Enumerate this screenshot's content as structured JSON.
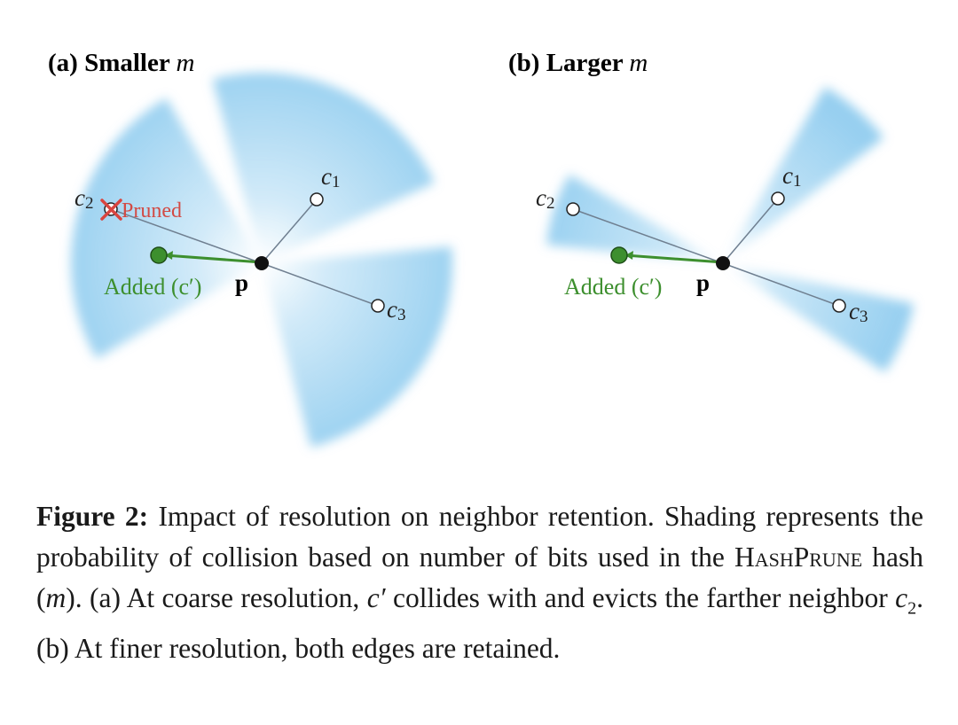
{
  "panels": [
    {
      "title_prefix": "(a) Smaller ",
      "title_var": "m",
      "p_label": "p",
      "c1": "c",
      "c1_sub": "1",
      "c2": "c",
      "c2_sub": "2",
      "c3": "c",
      "c3_sub": "3",
      "pruned_label": "Pruned",
      "added_label": "Added (c′)"
    },
    {
      "title_prefix": "(b) Larger ",
      "title_var": "m",
      "p_label": "p",
      "c1": "c",
      "c1_sub": "1",
      "c2": "c",
      "c2_sub": "2",
      "c3": "c",
      "c3_sub": "3",
      "added_label": "Added (c′)"
    }
  ],
  "caption": {
    "label": "Figure 2:",
    "t1": " Impact of resolution on neighbor retention. Shading represents the probability of collision based on number of bits used in the ",
    "hashprune": "HashPrune",
    "t2": " hash (",
    "m": "m",
    "t3": "). (a) At coarse resolution, ",
    "cprime": "c′",
    "t4": " collides with and evicts the farther neighbor ",
    "c2": "c",
    "c2_sub": "2",
    "t5": ". (b) At finer resolution, both edges are retained."
  },
  "colors": {
    "shade": "#7cc3ec",
    "added": "#3d8f2e",
    "pruned": "#d9453f",
    "edge": "#6f7f90"
  }
}
